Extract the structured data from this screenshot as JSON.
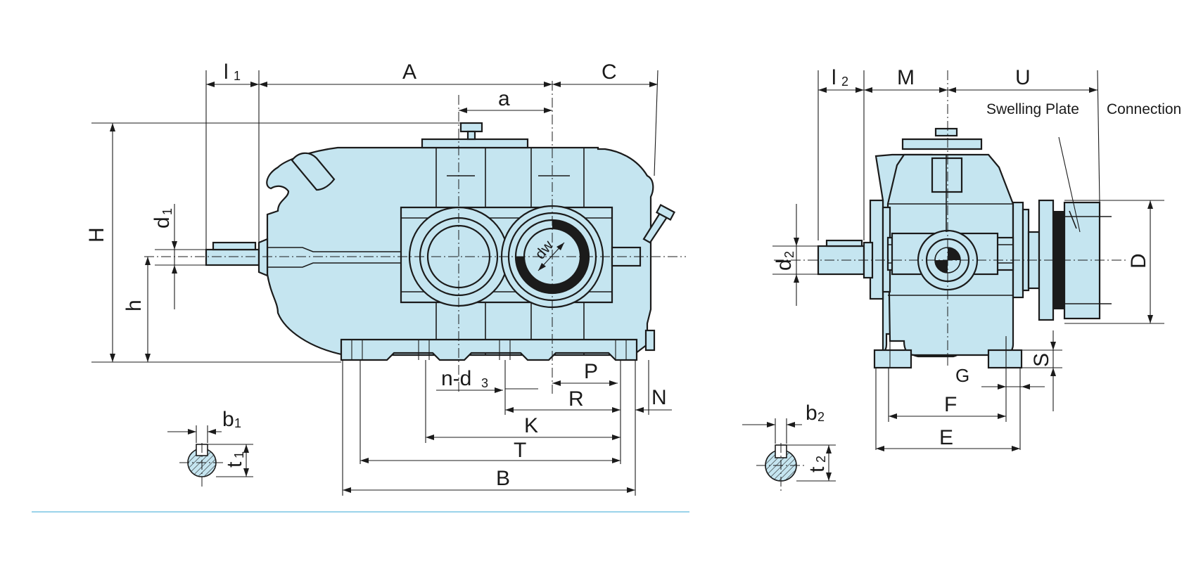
{
  "side_view": {
    "labels": {
      "l1": "l",
      "l1_sub": "1",
      "A": "A",
      "C": "C",
      "a": "a",
      "H": "H",
      "h": "h",
      "d1": "d",
      "d1_sub": "1",
      "dw": "dw",
      "n_d3": "n-d",
      "n_d3_sub": "3",
      "P": "P",
      "R": "R",
      "K": "K",
      "N": "N",
      "T": "T",
      "B": "B",
      "b1": "b",
      "b1_sub": "1",
      "t1": "t",
      "t1_sub": "1"
    }
  },
  "end_view": {
    "labels": {
      "l2": "l",
      "l2_sub": "2",
      "M": "M",
      "U": "U",
      "D": "D",
      "S": "S",
      "G": "G",
      "F": "F",
      "E": "E",
      "d2": "d",
      "d2_sub": "2",
      "b2": "b",
      "b2_sub": "2",
      "t2": "t",
      "t2_sub": "2"
    },
    "note_left": "Swelling Plate",
    "note_right": "Connection"
  },
  "colors": {
    "body_fill": "#c5e5f0",
    "line": "#1b1b1b",
    "background": "#ffffff"
  }
}
